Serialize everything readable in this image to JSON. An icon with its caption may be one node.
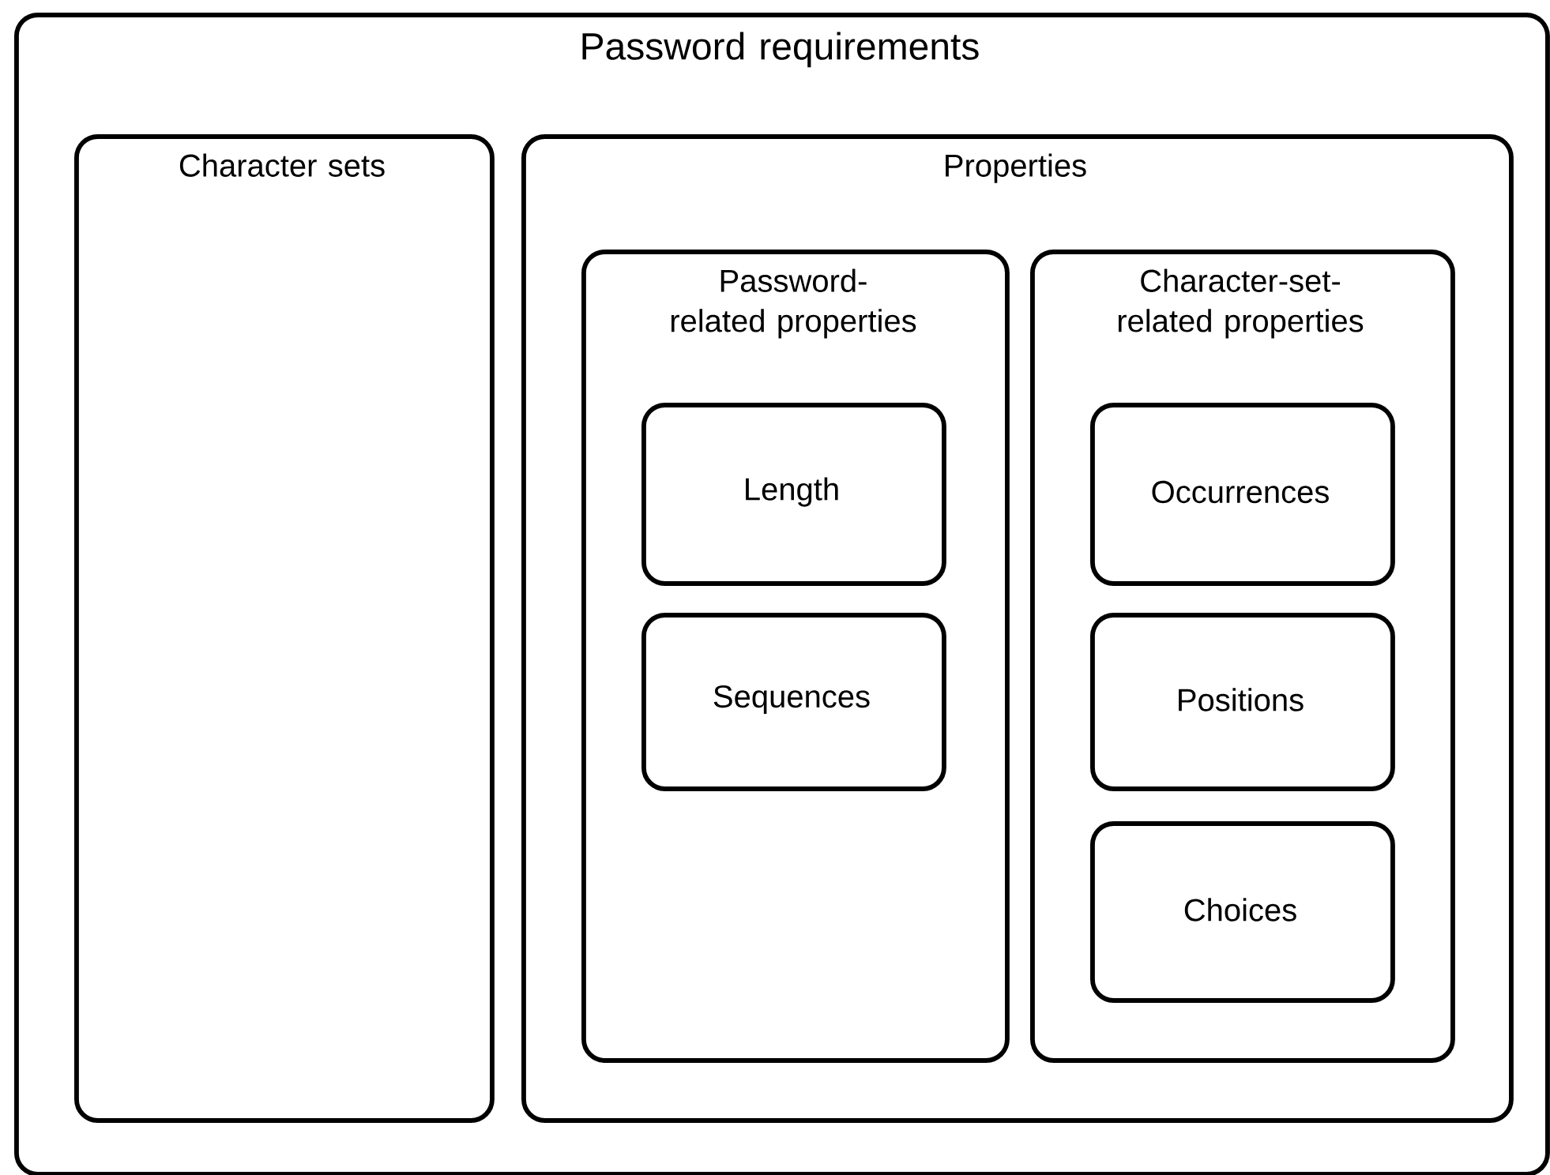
{
  "diagram": {
    "nodes": [
      {
        "text": [
          "Password requirements"
        ]
      },
      {
        "text": [
          "Character sets"
        ],
        "in": 0
      },
      {
        "text": [
          "Properties"
        ],
        "in": 0
      },
      {
        "text": [
          "Password-related properties"
        ],
        "in": 2
      },
      {
        "text": [
          "Character-set-related properties"
        ],
        "in": 2
      },
      {
        "text": [
          "Length"
        ],
        "in": 3
      },
      {
        "text": [
          "Sequences"
        ],
        "in": 3
      },
      {
        "text": [
          "Occurrences"
        ],
        "in": 4
      },
      {
        "text": [
          "Positions"
        ],
        "in": 4
      },
      {
        "text": [
          "Choices"
        ],
        "in": 4
      }
    ]
  }
}
